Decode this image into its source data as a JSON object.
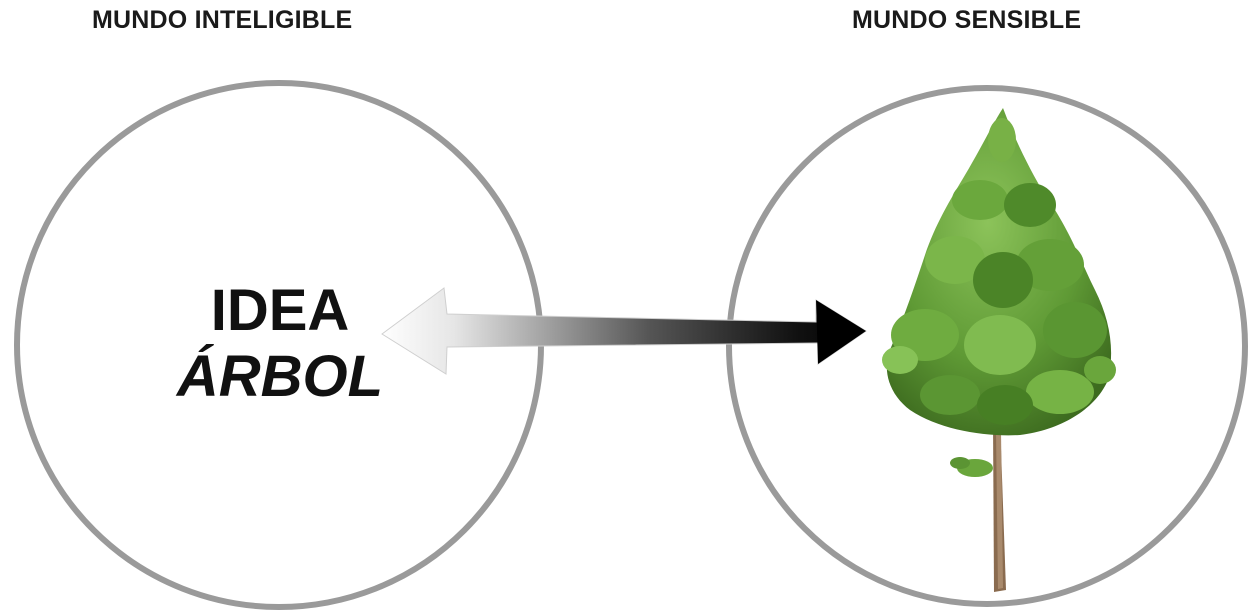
{
  "headings": {
    "left": "MUNDO INTELIGIBLE",
    "right": "MUNDO SENSIBLE"
  },
  "idea": {
    "line1": "IDEA",
    "line2": "ÁRBOL"
  },
  "colors": {
    "circle_stroke": "#9a9a9a",
    "text": "#111111",
    "arrow_dark": "#000000",
    "arrow_light": "#f4f4f4",
    "foliage": "#5f9a35",
    "trunk": "#8a6b4f"
  },
  "icons": {
    "arrow": "double-headed-arrow-gradient",
    "tree": "tree-illustration"
  }
}
